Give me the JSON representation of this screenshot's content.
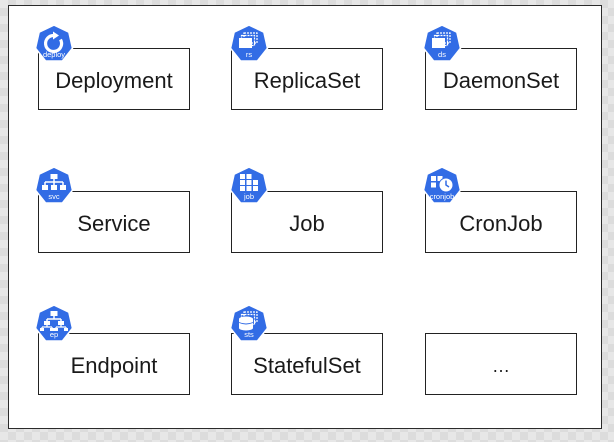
{
  "diagram": {
    "resources": [
      {
        "label": "Deployment",
        "abbr": "deploy",
        "icon": "deploy-icon"
      },
      {
        "label": "ReplicaSet",
        "abbr": "rs",
        "icon": "replicaset-icon"
      },
      {
        "label": "DaemonSet",
        "abbr": "ds",
        "icon": "daemonset-icon"
      },
      {
        "label": "Service",
        "abbr": "svc",
        "icon": "service-icon"
      },
      {
        "label": "Job",
        "abbr": "job",
        "icon": "job-icon"
      },
      {
        "label": "CronJob",
        "abbr": "cronjob",
        "icon": "cronjob-icon"
      },
      {
        "label": "Endpoint",
        "abbr": "ep",
        "icon": "endpoint-icon"
      },
      {
        "label": "StatefulSet",
        "abbr": "sts",
        "icon": "statefulset-icon"
      },
      {
        "label": "…"
      }
    ]
  },
  "colors": {
    "badge": "#326ce5",
    "badge_stroke": "#ffffff",
    "card_border": "#222222"
  }
}
